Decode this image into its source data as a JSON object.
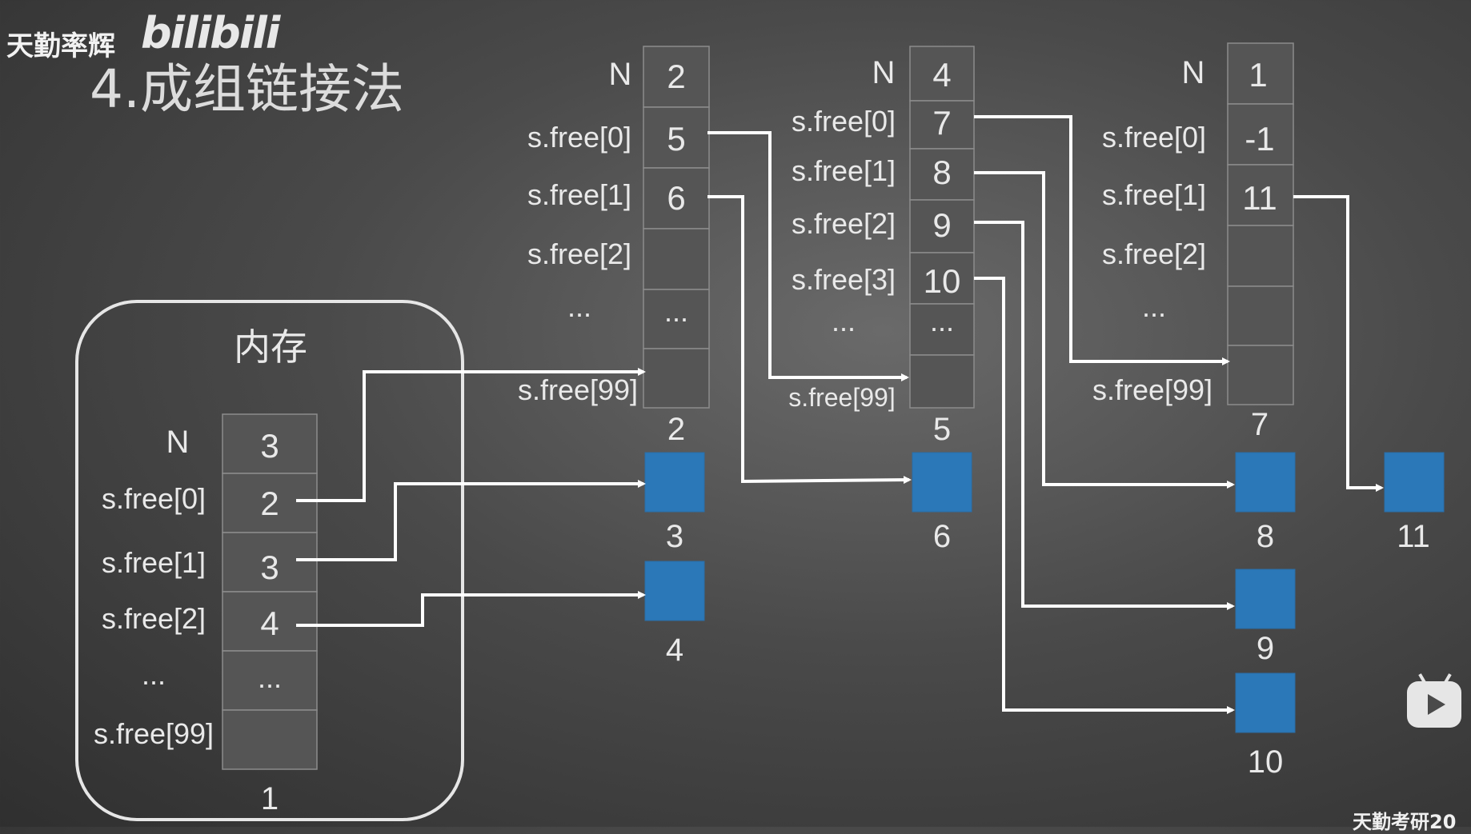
{
  "watermark": {
    "channel": "天勤率辉",
    "site": "bilibili",
    "footer": "天勤考研20"
  },
  "title": "4.成组链接法",
  "memory": {
    "label": "内存",
    "N_label": "N",
    "rows": [
      {
        "label": "s.free[0]",
        "value": "2"
      },
      {
        "label": "s.free[1]",
        "value": "3"
      },
      {
        "label": "s.free[2]",
        "value": "4"
      },
      {
        "label": "...",
        "value": "..."
      },
      {
        "label": "s.free[99]",
        "value": ""
      }
    ],
    "N_value": "3",
    "block_no": "1"
  },
  "groups": [
    {
      "N_label": "N",
      "N_value": "2",
      "rows": [
        {
          "label": "s.free[0]",
          "value": "5"
        },
        {
          "label": "s.free[1]",
          "value": "6"
        },
        {
          "label": "s.free[2]",
          "value": ""
        },
        {
          "label": "...",
          "value": "..."
        },
        {
          "label": "s.free[99]",
          "value": ""
        }
      ],
      "block_no": "2"
    },
    {
      "N_label": "N",
      "N_value": "4",
      "rows": [
        {
          "label": "s.free[0]",
          "value": "7"
        },
        {
          "label": "s.free[1]",
          "value": "8"
        },
        {
          "label": "s.free[2]",
          "value": "9"
        },
        {
          "label": "s.free[3]",
          "value": "10"
        },
        {
          "label": "...",
          "value": "..."
        },
        {
          "label": "s.free[99]",
          "value": ""
        }
      ],
      "block_no": "5"
    },
    {
      "N_label": "N",
      "N_value": "1",
      "rows": [
        {
          "label": "s.free[0]",
          "value": "-1"
        },
        {
          "label": "s.free[1]",
          "value": "11"
        },
        {
          "label": "s.free[2]",
          "value": ""
        },
        {
          "label": "...",
          "value": "..."
        },
        {
          "label": "s.free[99]",
          "value": ""
        }
      ],
      "block_no": "7"
    }
  ],
  "free_blocks": [
    "3",
    "4",
    "6",
    "8",
    "9",
    "10",
    "11"
  ],
  "colors": {
    "block_fill": "#2b78b8",
    "arrow": "#ffffff",
    "cell": "#555555"
  }
}
